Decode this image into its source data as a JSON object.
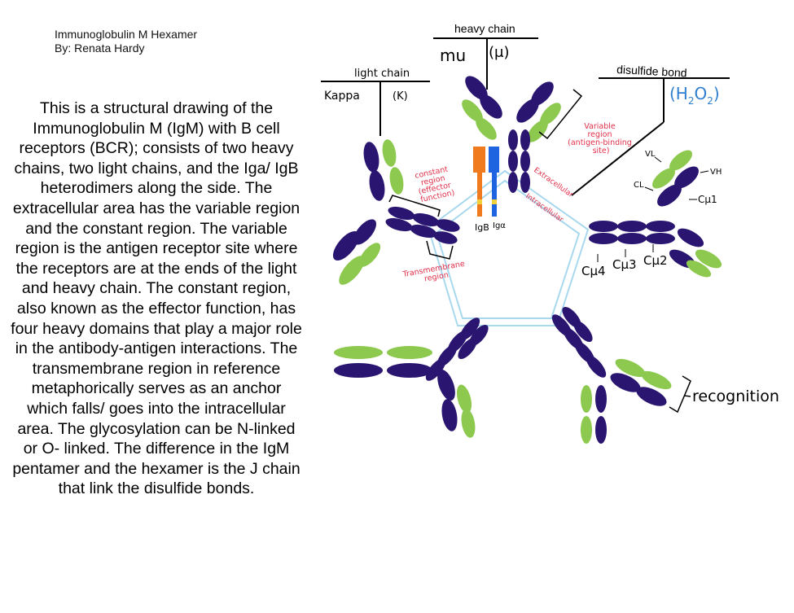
{
  "header": {
    "title": "Immunoglobulin M Hexamer",
    "author": "By: Renata Hardy"
  },
  "description": "This is a structural drawing of the Immunoglobulin M (IgM) with B cell receptors (BCR);  consists of two heavy chains, two light chains, and the Iga/ IgB heterodimers along the side. The extracellular area has the variable region and the constant region. The variable region is the antigen receptor site where the receptors are at the ends of the light and heavy chain. The constant region, also known as the effector function, has four heavy domains that play a major role in the antibody-antigen interactions. The transmembrane region in reference metaphorically serves as an anchor which falls/ goes into the intracellular area. The glycosylation can be N-linked or O- linked. The difference in the IgM pentamer and the hexamer is the J chain that link the disulfide bonds.",
  "labels": {
    "heavy_chain": "heavy chain",
    "heavy_chain_name": "mu",
    "heavy_chain_symbol": "(μ)",
    "light_chain": "light chain",
    "light_chain_name": "Kappa",
    "light_chain_symbol": "(K)",
    "disulfide_bond": "disulfide bond",
    "disulfide_formula_open": "(H",
    "disulfide_formula_sub1": "2",
    "disulfide_formula_mid": "O",
    "disulfide_formula_sub2": "2",
    "disulfide_formula_close": ")",
    "variable_region_lines": [
      "Variable",
      "region",
      "(antigen-binding",
      "site)"
    ],
    "constant_region_lines": [
      "constant",
      "region",
      "(effector",
      "function)"
    ],
    "transmembrane_region_lines": [
      "Transmembrane",
      "region"
    ],
    "extracellular": "Extracellular",
    "intracellular": "Intracellular",
    "igb": "IgB",
    "iga": "Igα",
    "vl": "VL",
    "vh": "VH",
    "cl": "CL",
    "cmu1": "Cμ1",
    "cmu2": "Cμ2",
    "cmu3": "Cμ3",
    "cmu4": "Cμ4",
    "recognition": "recognition"
  },
  "colors": {
    "heavy_chain": "#2a1570",
    "light_chain": "#8cc94e",
    "pentagon": "#a8d8ee",
    "annotation_red": "#e0304a",
    "igb_bar": "#f07a1e",
    "iga_bar": "#1e64e0",
    "formula_blue": "#2f7fd0"
  }
}
